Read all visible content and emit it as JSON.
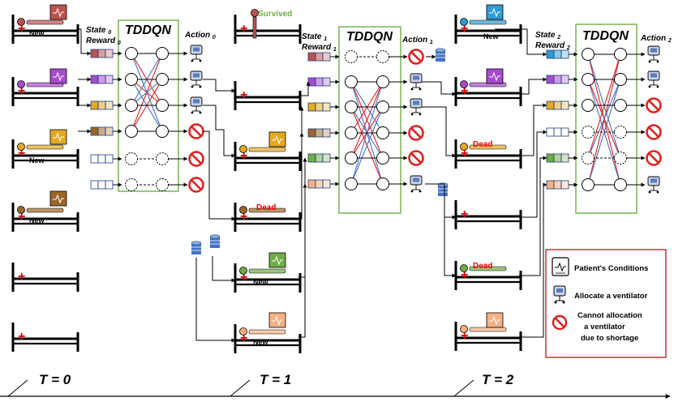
{
  "colors": {
    "network_border": "#70ad47",
    "dead": "#ff0000",
    "survived": "#70ad47",
    "cross_red": "#e02020",
    "forbid": "#e02020",
    "cylinder": "#4472c4",
    "legend_border": "#c00000"
  },
  "network": {
    "title": "TDDQN"
  },
  "stages": [
    {
      "state": "State",
      "reward": "Reward",
      "sub": "0",
      "action": "Action",
      "actions": [
        "vent",
        "vent",
        "vent",
        "forbid",
        "forbid",
        "forbid"
      ]
    },
    {
      "state": "State",
      "reward": "Reward",
      "sub": "1",
      "action": "Action",
      "actions": [
        "forbid",
        "vent",
        "vent",
        "forbid",
        "forbid",
        "vent"
      ]
    },
    {
      "state": "State",
      "reward": "Reward",
      "sub": "2",
      "action": "Action",
      "actions": [
        "vent",
        "vent",
        "forbid",
        "forbid",
        "forbid",
        "vent"
      ]
    }
  ],
  "patient_colors": [
    [
      "#c0504d",
      "#a64bd0",
      "#e6a820",
      "#9c6628",
      "",
      ""
    ],
    [
      "#c0504d",
      "#a64bd0",
      "#e6a820",
      "#9c6628",
      "#70ad47",
      "#f4b183"
    ],
    [
      "#2e9bd6",
      "#a64bd0",
      "#e6a820",
      "",
      "#70ad47",
      "#f4b183"
    ]
  ],
  "bed_labels": {
    "new": "New",
    "dead": "Dead",
    "survived": "Survived"
  },
  "timeline": [
    "T = 0",
    "T = 1",
    "T = 2"
  ],
  "legend": {
    "conditions": "Patient's Conditions",
    "allocate": "Allocate a ventilator",
    "cannot": [
      "Cannot allocation",
      "a ventilator",
      "due to shortage"
    ]
  }
}
